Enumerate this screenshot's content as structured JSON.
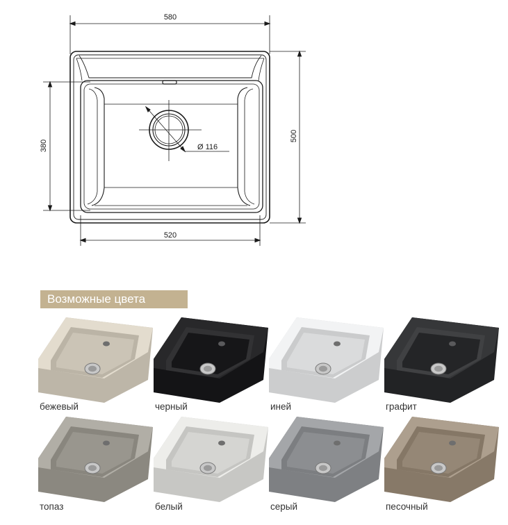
{
  "drawing": {
    "dims": {
      "top_width": "580",
      "bottom_width": "520",
      "left_height": "380",
      "right_height": "500",
      "drain": "Ø 116"
    }
  },
  "colors_section": {
    "title": "Возможные цвета",
    "accent": "#c3b291",
    "items": [
      {
        "label": "бежевый",
        "color": "#d9d2c4"
      },
      {
        "label": "черный",
        "color": "#1c1c1e"
      },
      {
        "label": "иней",
        "color": "#e8e9ea"
      },
      {
        "label": "графит",
        "color": "#2a2b2d"
      },
      {
        "label": "топаз",
        "color": "#a7a49c"
      },
      {
        "label": "белый",
        "color": "#e3e3e0"
      },
      {
        "label": "серый",
        "color": "#9a9c9f"
      },
      {
        "label": "песочный",
        "color": "#a39584"
      }
    ]
  }
}
